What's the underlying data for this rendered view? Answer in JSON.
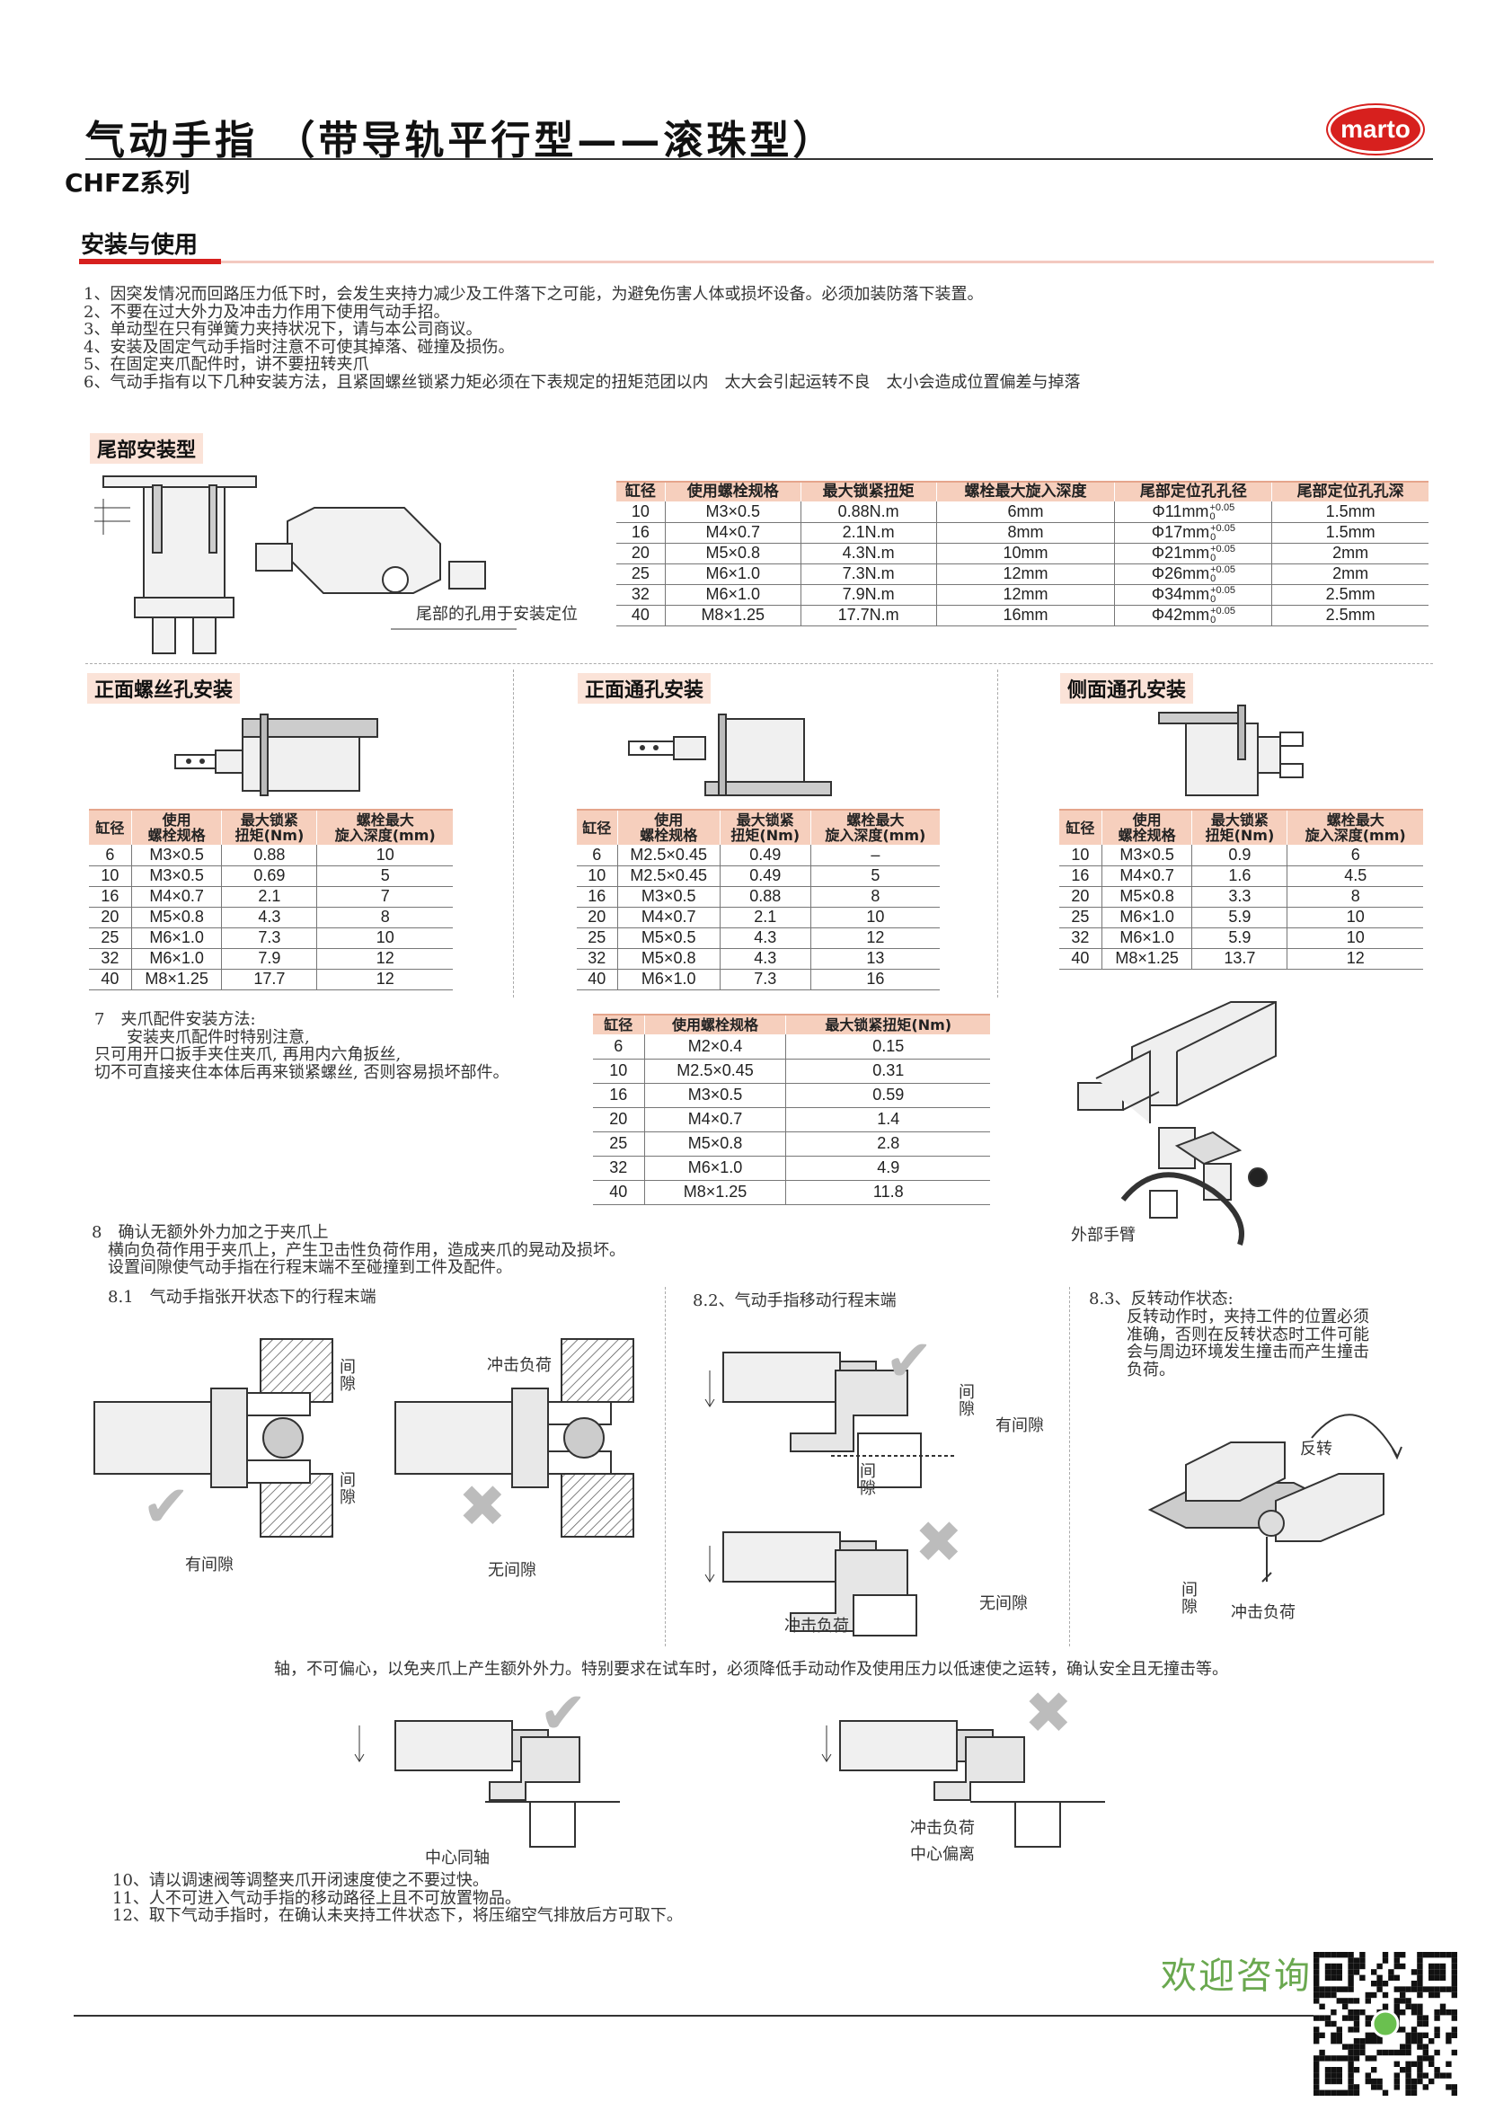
{
  "header": {
    "title": "气动手指 （带导轨平行型——滚珠型）",
    "series": "CHFZ系列",
    "logo_text": "marto",
    "brand_color": "#d7201e"
  },
  "section": {
    "title": "安装与使用",
    "notes": [
      "1、因突发情况而回路压力低下时，会发生夹持力减少及工件落下之可能，为避免伤害人体或损坏设备。必须加装防落下装置。",
      "2、不要在过大外力及冲击力作用下使用气动手招。",
      "3、单动型在只有弹簧力夹持状况下，请与本公司商议。",
      "4、安装及固定气动手指时注意不可使其掉落、碰撞及损伤。",
      "5、在固定夹爪配件时，讲不要扭转夹爪",
      "6、气动手指有以下几种安装方法，且紧固螺丝锁紧力矩必须在下表规定的扭矩范团以内　太大会引起运转不良　太小会造成位置偏差与掉落"
    ]
  },
  "tail_mount": {
    "title": "尾部安装型",
    "diagram_label": "尾部的孔用于安装定位",
    "table": {
      "headers": [
        "缸径",
        "使用螺栓规格",
        "最大锁紧扭矩",
        "螺栓最大旋入深度",
        "尾部定位孔孔径",
        "尾部定位孔孔深"
      ],
      "tolerance": {
        "upper": "+0.05",
        "lower": "0"
      },
      "rows": [
        [
          "10",
          "M3×0.5",
          "0.88N.m",
          "6mm",
          "Φ11mm",
          "1.5mm"
        ],
        [
          "16",
          "M4×0.7",
          "2.1N.m",
          "8mm",
          "Φ17mm",
          "1.5mm"
        ],
        [
          "20",
          "M5×0.8",
          "4.3N.m",
          "10mm",
          "Φ21mm",
          "2mm"
        ],
        [
          "25",
          "M6×1.0",
          "7.3N.m",
          "12mm",
          "Φ26mm",
          "2mm"
        ],
        [
          "32",
          "M6×1.0",
          "7.9N.m",
          "12mm",
          "Φ34mm",
          "2.5mm"
        ],
        [
          "40",
          "M8×1.25",
          "17.7N.m",
          "16mm",
          "Φ42mm",
          "2.5mm"
        ]
      ]
    }
  },
  "front_thread": {
    "title": "正面螺丝孔安装",
    "table": {
      "headers": [
        "缸径",
        "使用\n螺栓规格",
        "最大锁紧\n扭矩(Nm)",
        "螺栓最大\n旋入深度(mm)"
      ],
      "rows": [
        [
          "6",
          "M3×0.5",
          "0.88",
          "10"
        ],
        [
          "10",
          "M3×0.5",
          "0.69",
          "5"
        ],
        [
          "16",
          "M4×0.7",
          "2.1",
          "7"
        ],
        [
          "20",
          "M5×0.8",
          "4.3",
          "8"
        ],
        [
          "25",
          "M6×1.0",
          "7.3",
          "10"
        ],
        [
          "32",
          "M6×1.0",
          "7.9",
          "12"
        ],
        [
          "40",
          "M8×1.25",
          "17.7",
          "12"
        ]
      ]
    }
  },
  "front_through": {
    "title": "正面通孔安装",
    "table": {
      "headers": [
        "缸径",
        "使用\n螺栓规格",
        "最大锁紧\n扭矩(Nm)",
        "螺栓最大\n旋入深度(mm)"
      ],
      "rows": [
        [
          "6",
          "M2.5×0.45",
          "0.49",
          "–"
        ],
        [
          "10",
          "M2.5×0.45",
          "0.49",
          "5"
        ],
        [
          "16",
          "M3×0.5",
          "0.88",
          "8"
        ],
        [
          "20",
          "M4×0.7",
          "2.1",
          "10"
        ],
        [
          "25",
          "M5×0.5",
          "4.3",
          "12"
        ],
        [
          "32",
          "M5×0.8",
          "4.3",
          "13"
        ],
        [
          "40",
          "M6×1.0",
          "7.3",
          "16"
        ]
      ]
    }
  },
  "side_through": {
    "title": "侧面通孔安装",
    "table": {
      "headers": [
        "缸径",
        "使用\n螺栓规格",
        "最大锁紧\n扭矩(Nm)",
        "螺栓最大\n旋入深度(mm)"
      ],
      "rows": [
        [
          "10",
          "M3×0.5",
          "0.9",
          "6"
        ],
        [
          "16",
          "M4×0.7",
          "1.6",
          "4.5"
        ],
        [
          "20",
          "M5×0.8",
          "3.3",
          "8"
        ],
        [
          "25",
          "M6×1.0",
          "5.9",
          "10"
        ],
        [
          "32",
          "M6×1.0",
          "5.9",
          "10"
        ],
        [
          "40",
          "M8×1.25",
          "13.7",
          "12"
        ]
      ]
    }
  },
  "claw": {
    "lines": [
      "7　夹爪配件安装方法:",
      "　　安装夹爪配件时特别注意,",
      "只可用开口扳手夹住夹爪, 再用内六角扳丝,",
      "切不可直接夹住本体后再来锁紧螺丝, 否则容易损坏部件。"
    ],
    "arm_label": "外部手臂",
    "table": {
      "headers": [
        "缸径",
        "使用螺栓规格",
        "最大锁紧扭矩(Nm)"
      ],
      "rows": [
        [
          "6",
          "M2×0.4",
          "0.15"
        ],
        [
          "10",
          "M2.5×0.45",
          "0.31"
        ],
        [
          "16",
          "M3×0.5",
          "0.59"
        ],
        [
          "20",
          "M4×0.7",
          "1.4"
        ],
        [
          "25",
          "M5×0.8",
          "2.8"
        ],
        [
          "32",
          "M6×1.0",
          "4.9"
        ],
        [
          "40",
          "M8×1.25",
          "11.8"
        ]
      ]
    }
  },
  "external_force": {
    "lines": [
      "8　确认无额外外力加之于夹爪上",
      "　横向负荷作用于夹爪上，产生卫击性负荷作用，造成夹爪的晃动及损坏。",
      "　设置间隙使气动手指在行程末端不至碰撞到工件及配件。"
    ],
    "s81": {
      "title": "8.1　气动手指张开状态下的行程末端",
      "gap": "间\n隙",
      "impact": "冲击负荷",
      "ok": "有间隙",
      "ng": "无间隙"
    },
    "s82": {
      "title": "8.2、气动手指移动行程末端",
      "gap": "间\n隙",
      "ok": "有间隙",
      "impact": "冲击负荷",
      "ng": "无间隙"
    },
    "s83": {
      "title": "8.3、反转动作状态:",
      "lines": [
        "反转动作时，夹持工件的位置必须",
        "准确，否则在反转状态时工件可能",
        "会与周边环境发生撞击而产生撞击",
        "负荷。"
      ],
      "flip": "反转",
      "gap": "间\n隙",
      "impact": "冲击负荷"
    },
    "axis_note": "轴，不可偏心，以免夹爪上产生额外外力。特别要求在试车时，必须降低手动动作及使用压力以低速使之运转，确认安全且无撞击等。",
    "coaxial": "中心同轴",
    "impact": "冲击负荷",
    "offset": "中心偏离"
  },
  "footer_notes": [
    "10、请以调速阀等调整夹爪开闭速度使之不要过快。",
    "11、人不可进入气动手指的移动路径上且不可放置物品。",
    "12、取下气动手指时，在确认未夹持工件状态下，将压缩空气排放后方可取下。"
  ],
  "footer": {
    "welcome": "欢迎咨询",
    "welcome_color": "#6aa84f"
  }
}
